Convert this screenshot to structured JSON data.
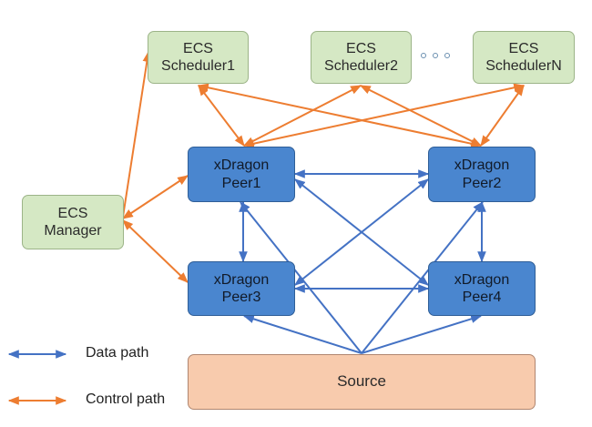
{
  "colors": {
    "data_path": "#4472c4",
    "control_path": "#ed7d31"
  },
  "schedulers": [
    {
      "line1": "ECS",
      "line2": "Scheduler1"
    },
    {
      "line1": "ECS",
      "line2": "Scheduler2"
    },
    {
      "line1": "ECS",
      "line2": "SchedulerN"
    }
  ],
  "manager": {
    "line1": "ECS",
    "line2": "Manager"
  },
  "peers": [
    {
      "line1": "xDragon",
      "line2": "Peer1"
    },
    {
      "line1": "xDragon",
      "line2": "Peer2"
    },
    {
      "line1": "xDragon",
      "line2": "Peer3"
    },
    {
      "line1": "xDragon",
      "line2": "Peer4"
    }
  ],
  "source": {
    "label": "Source"
  },
  "legend": {
    "data_path": "Data path",
    "control_path": "Control path"
  }
}
